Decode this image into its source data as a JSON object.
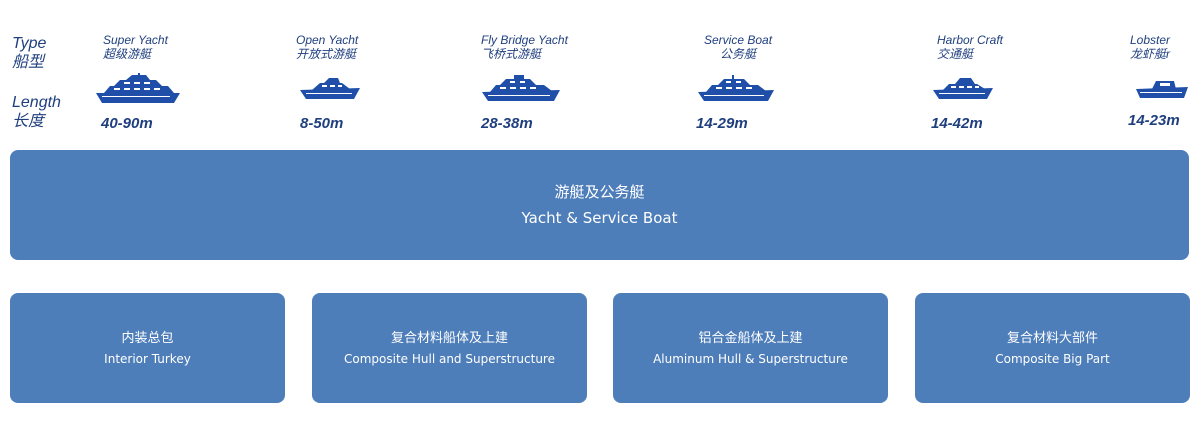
{
  "legend": {
    "type_en": "Type",
    "type_cn": "船型",
    "length_en": "Length",
    "length_cn": "长度"
  },
  "boats": [
    {
      "name": "Super Yacht",
      "name_cn": "超级游艇",
      "length": "40-90m",
      "icon": "super-yacht-icon"
    },
    {
      "name": "Open Yacht",
      "name_cn": "开放式游艇",
      "length": "8-50m",
      "icon": "open-yacht-icon"
    },
    {
      "name": "Fly Bridge Yacht",
      "name_cn": "飞桥式游艇",
      "length": "28-38m",
      "icon": "fly-bridge-yacht-icon"
    },
    {
      "name": "Service Boat",
      "name_cn": "公务艇",
      "length": "14-29m",
      "icon": "service-boat-icon"
    },
    {
      "name": "Harbor Craft",
      "name_cn": "交通艇",
      "length": "14-42m",
      "icon": "harbor-craft-icon"
    },
    {
      "name": "Lobster",
      "name_cn": "龙虾艇r",
      "length": "14-23m",
      "icon": "lobster-boat-icon"
    }
  ],
  "band": {
    "title_cn": "游艇及公务艇",
    "title_en": "Yacht & Service Boat"
  },
  "cards": [
    {
      "cn": "内装总包",
      "en": "Interior Turkey"
    },
    {
      "cn": "复合材料船体及上建",
      "en": "Composite Hull and Superstructure"
    },
    {
      "cn": "铝合金船体及上建",
      "en": "Aluminum Hull & Superstructure"
    },
    {
      "cn": "复合材料大部件",
      "en": "Composite Big Part"
    }
  ],
  "colors": {
    "accent": "#4e7eba",
    "text": "#1f3f7f",
    "icon": "#1f4fa8"
  }
}
